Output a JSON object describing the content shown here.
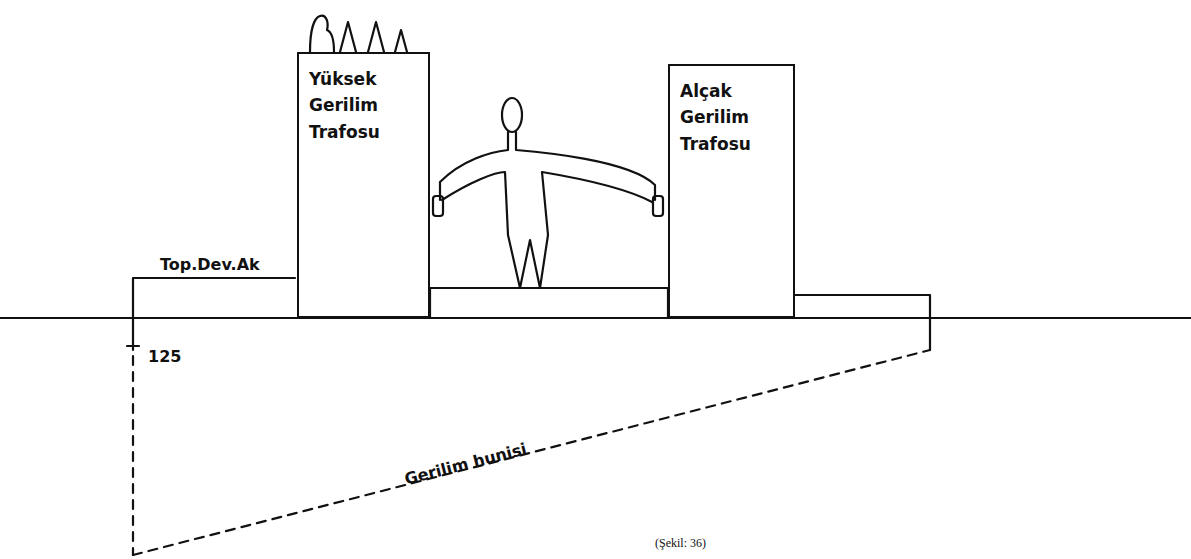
{
  "diagram": {
    "caption": "(Şekil: 36)",
    "nodes": [
      {
        "text": [
          "Yüksek Gerilim Trafosu"
        ]
      },
      {
        "text": [
          "Alçak Gerilim Trafosu"
        ]
      }
    ],
    "labels": [
      "Top.Dev.Ak",
      "125",
      "Gerilim hunisi"
    ]
  }
}
